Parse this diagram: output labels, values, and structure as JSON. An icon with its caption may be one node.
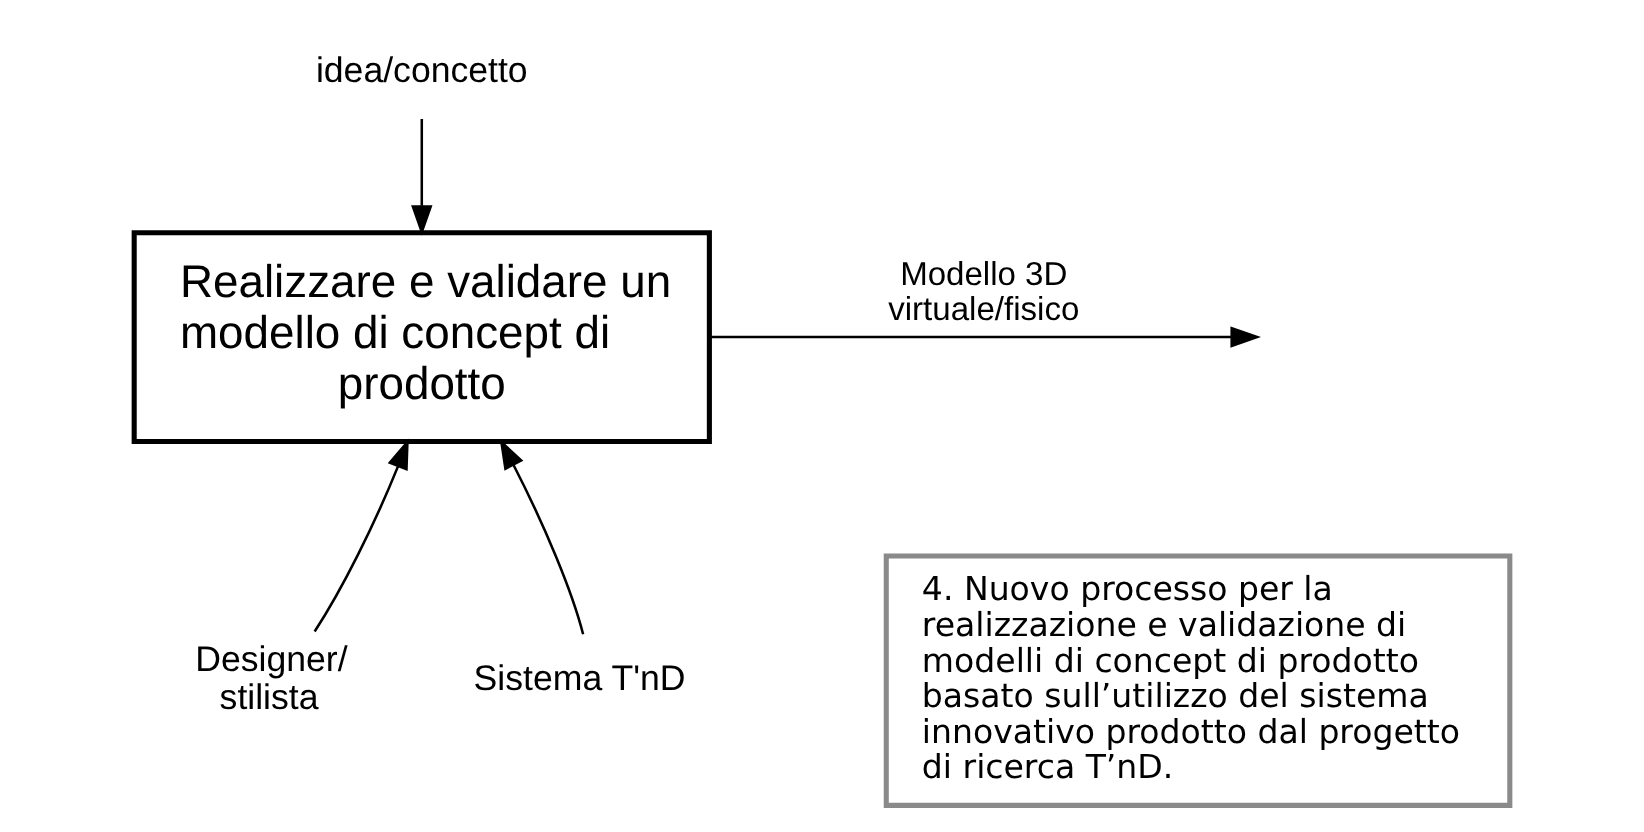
{
  "diagram": {
    "nodes": [
      {
        "text": [
          "idea/concetto"
        ]
      },
      {
        "text": [
          "Realizzare e validare un modello di concept di prodotto"
        ]
      },
      {
        "text": [
          "Designer/ stilista"
        ]
      },
      {
        "text": [
          "Sistema T'nD"
        ]
      },
      {
        "text": [
          "4. Nuovo processo per la realizzazione e validazione di modelli di concept di prodotto basato sull’utilizzo del sistema innovativo prodotto dal progetto di ricerca T’nD."
        ]
      }
    ],
    "edges": [
      {
        "from": 0,
        "to": 1,
        "arrow": "to"
      },
      {
        "from": 1,
        "to": null,
        "arrow": "to",
        "label": "Modello 3D virtuale/fisico"
      },
      {
        "from": 2,
        "to": 1,
        "arrow": "to"
      },
      {
        "from": 3,
        "to": 1,
        "arrow": "to"
      }
    ]
  }
}
